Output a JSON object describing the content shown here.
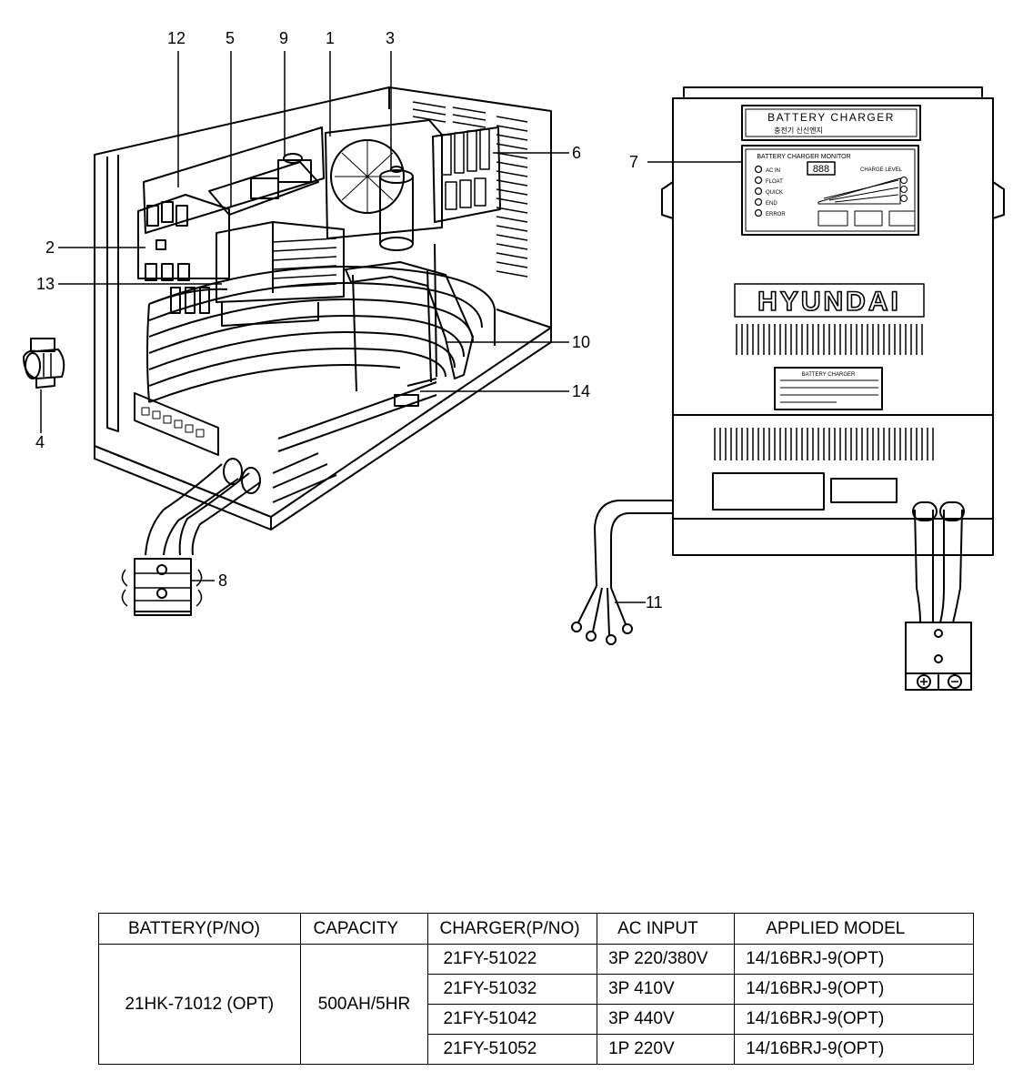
{
  "callouts": {
    "n1": "1",
    "n2": "2",
    "n3": "3",
    "n4": "4",
    "n5": "5",
    "n6": "6",
    "n7": "7",
    "n8": "8",
    "n9": "9",
    "n10": "10",
    "n11": "11",
    "n12": "12",
    "n13": "13",
    "n14": "14"
  },
  "charger_front": {
    "nameplate_title": "BATTERY CHARGER",
    "nameplate_korean": "충전기 신신엔지",
    "monitor_title": "BATTERY CHARGER MONITOR",
    "display_digits": "888",
    "charge_level_label": "CHARGE LEVEL",
    "status_lamps": [
      "AC IN",
      "FLOAT",
      "QUICK",
      "END",
      "ERROR"
    ],
    "brand_logo": "HYUNDAI",
    "spec_plate_title": "BATTERY CHARGER"
  },
  "table": {
    "headers": [
      "BATTERY(P/NO)",
      "CAPACITY",
      "CHARGER(P/NO)",
      "AC INPUT",
      "APPLIED MODEL"
    ],
    "battery": "21HK-71012 (OPT)",
    "capacity": "500AH/5HR",
    "rows": [
      {
        "charger": "21FY-51022",
        "ac_input": "3P 220/380V",
        "model": "14/16BRJ-9(OPT)"
      },
      {
        "charger": "21FY-51032",
        "ac_input": "3P 410V",
        "model": "14/16BRJ-9(OPT)"
      },
      {
        "charger": "21FY-51042",
        "ac_input": "3P 440V",
        "model": "14/16BRJ-9(OPT)"
      },
      {
        "charger": "21FY-51052",
        "ac_input": "1P 220V",
        "model": "14/16BRJ-9(OPT)"
      }
    ]
  }
}
